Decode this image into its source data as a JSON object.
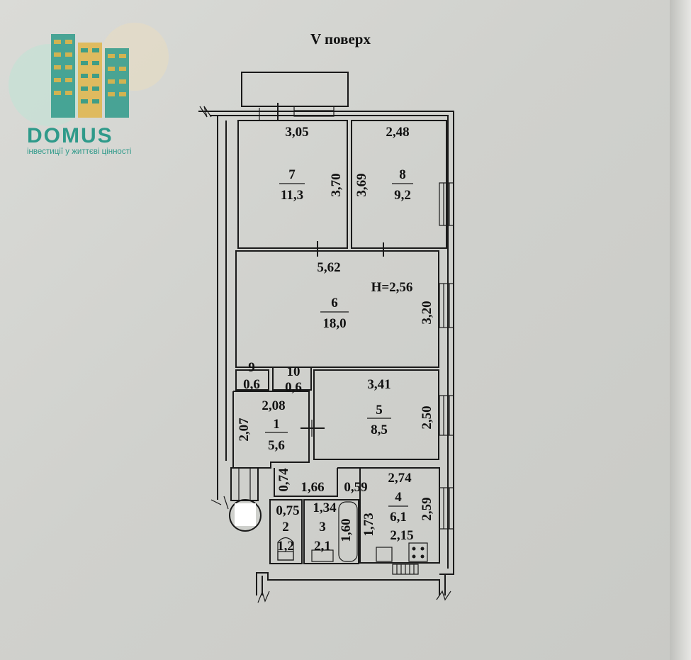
{
  "title": "V поверх",
  "logo": {
    "word": "DOMUS",
    "tagline": "інвестиції у життєві цінності",
    "colors": {
      "green": "#2f9a8a",
      "yellow": "#e0b54a",
      "mint": "#bfe3d6"
    }
  },
  "colors": {
    "line": "#1a1a1a",
    "paper": "#d3d4d0"
  },
  "rooms": [
    {
      "id": "7",
      "number": "7",
      "area": "11,3"
    },
    {
      "id": "8",
      "number": "8",
      "area": "9,2"
    },
    {
      "id": "6",
      "number": "6",
      "area": "18,0"
    },
    {
      "id": "9",
      "number": "9",
      "area": "0,6"
    },
    {
      "id": "10",
      "number": "10",
      "area": "0,6"
    },
    {
      "id": "5",
      "number": "5",
      "area": "8,5"
    },
    {
      "id": "1",
      "number": "1",
      "area": "5,6"
    },
    {
      "id": "4",
      "number": "4",
      "area": "6,1"
    },
    {
      "id": "2",
      "number": "2",
      "area": "1,2"
    },
    {
      "id": "3",
      "number": "3",
      "area": "2,1"
    }
  ],
  "dimensions": {
    "r7_w": "3,05",
    "r7_h": "3,70",
    "r8_w": "2,48",
    "r8_h": "3,69",
    "r6_w": "5,62",
    "r6_h": "3,20",
    "ceiling": "H=2,56",
    "r5_w": "3,41",
    "r5_h": "2,50",
    "r1_w": "2,08",
    "r1_h": "2,07",
    "c_074": "0,74",
    "c_166": "1,66",
    "c_059": "0,59",
    "r4_w": "2,74",
    "r4_h": "2,59",
    "r4_d1": "1,73",
    "r4_d2": "2,15",
    "r2_w": "0,75",
    "r3_w": "1,34",
    "r3_h": "1,60"
  }
}
